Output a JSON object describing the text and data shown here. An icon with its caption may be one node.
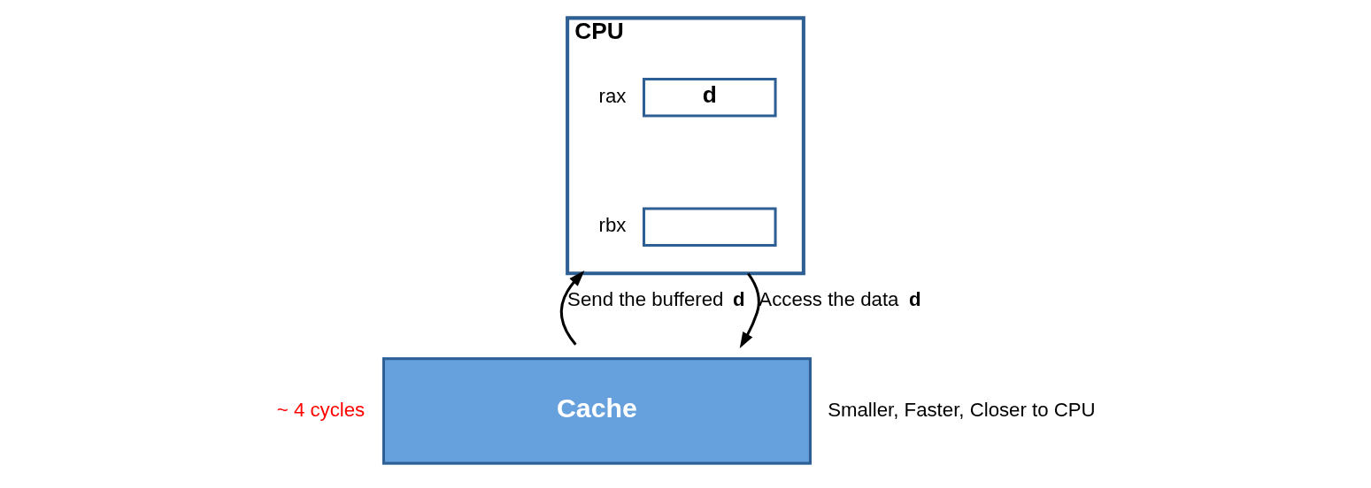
{
  "diagram": {
    "nodes": [
      {
        "text": [
          "CPU"
        ]
      },
      {
        "text": [
          "d"
        ],
        "in": 0,
        "beside": [
          "rax"
        ]
      },
      {
        "text": [],
        "shape": "box",
        "in": 0,
        "beside": [
          "rbx"
        ]
      },
      {
        "text": [
          "Cache"
        ],
        "beside": [
          "~ 4 cycles",
          "Smaller, Faster, Closer to CPU"
        ]
      }
    ],
    "edges": [
      {
        "from": 3,
        "to": 0,
        "arrow": "to",
        "label": "Send the buffered **d**"
      },
      {
        "from": 0,
        "to": 3,
        "arrow": "to",
        "label": "Access the data **d**"
      }
    ]
  }
}
